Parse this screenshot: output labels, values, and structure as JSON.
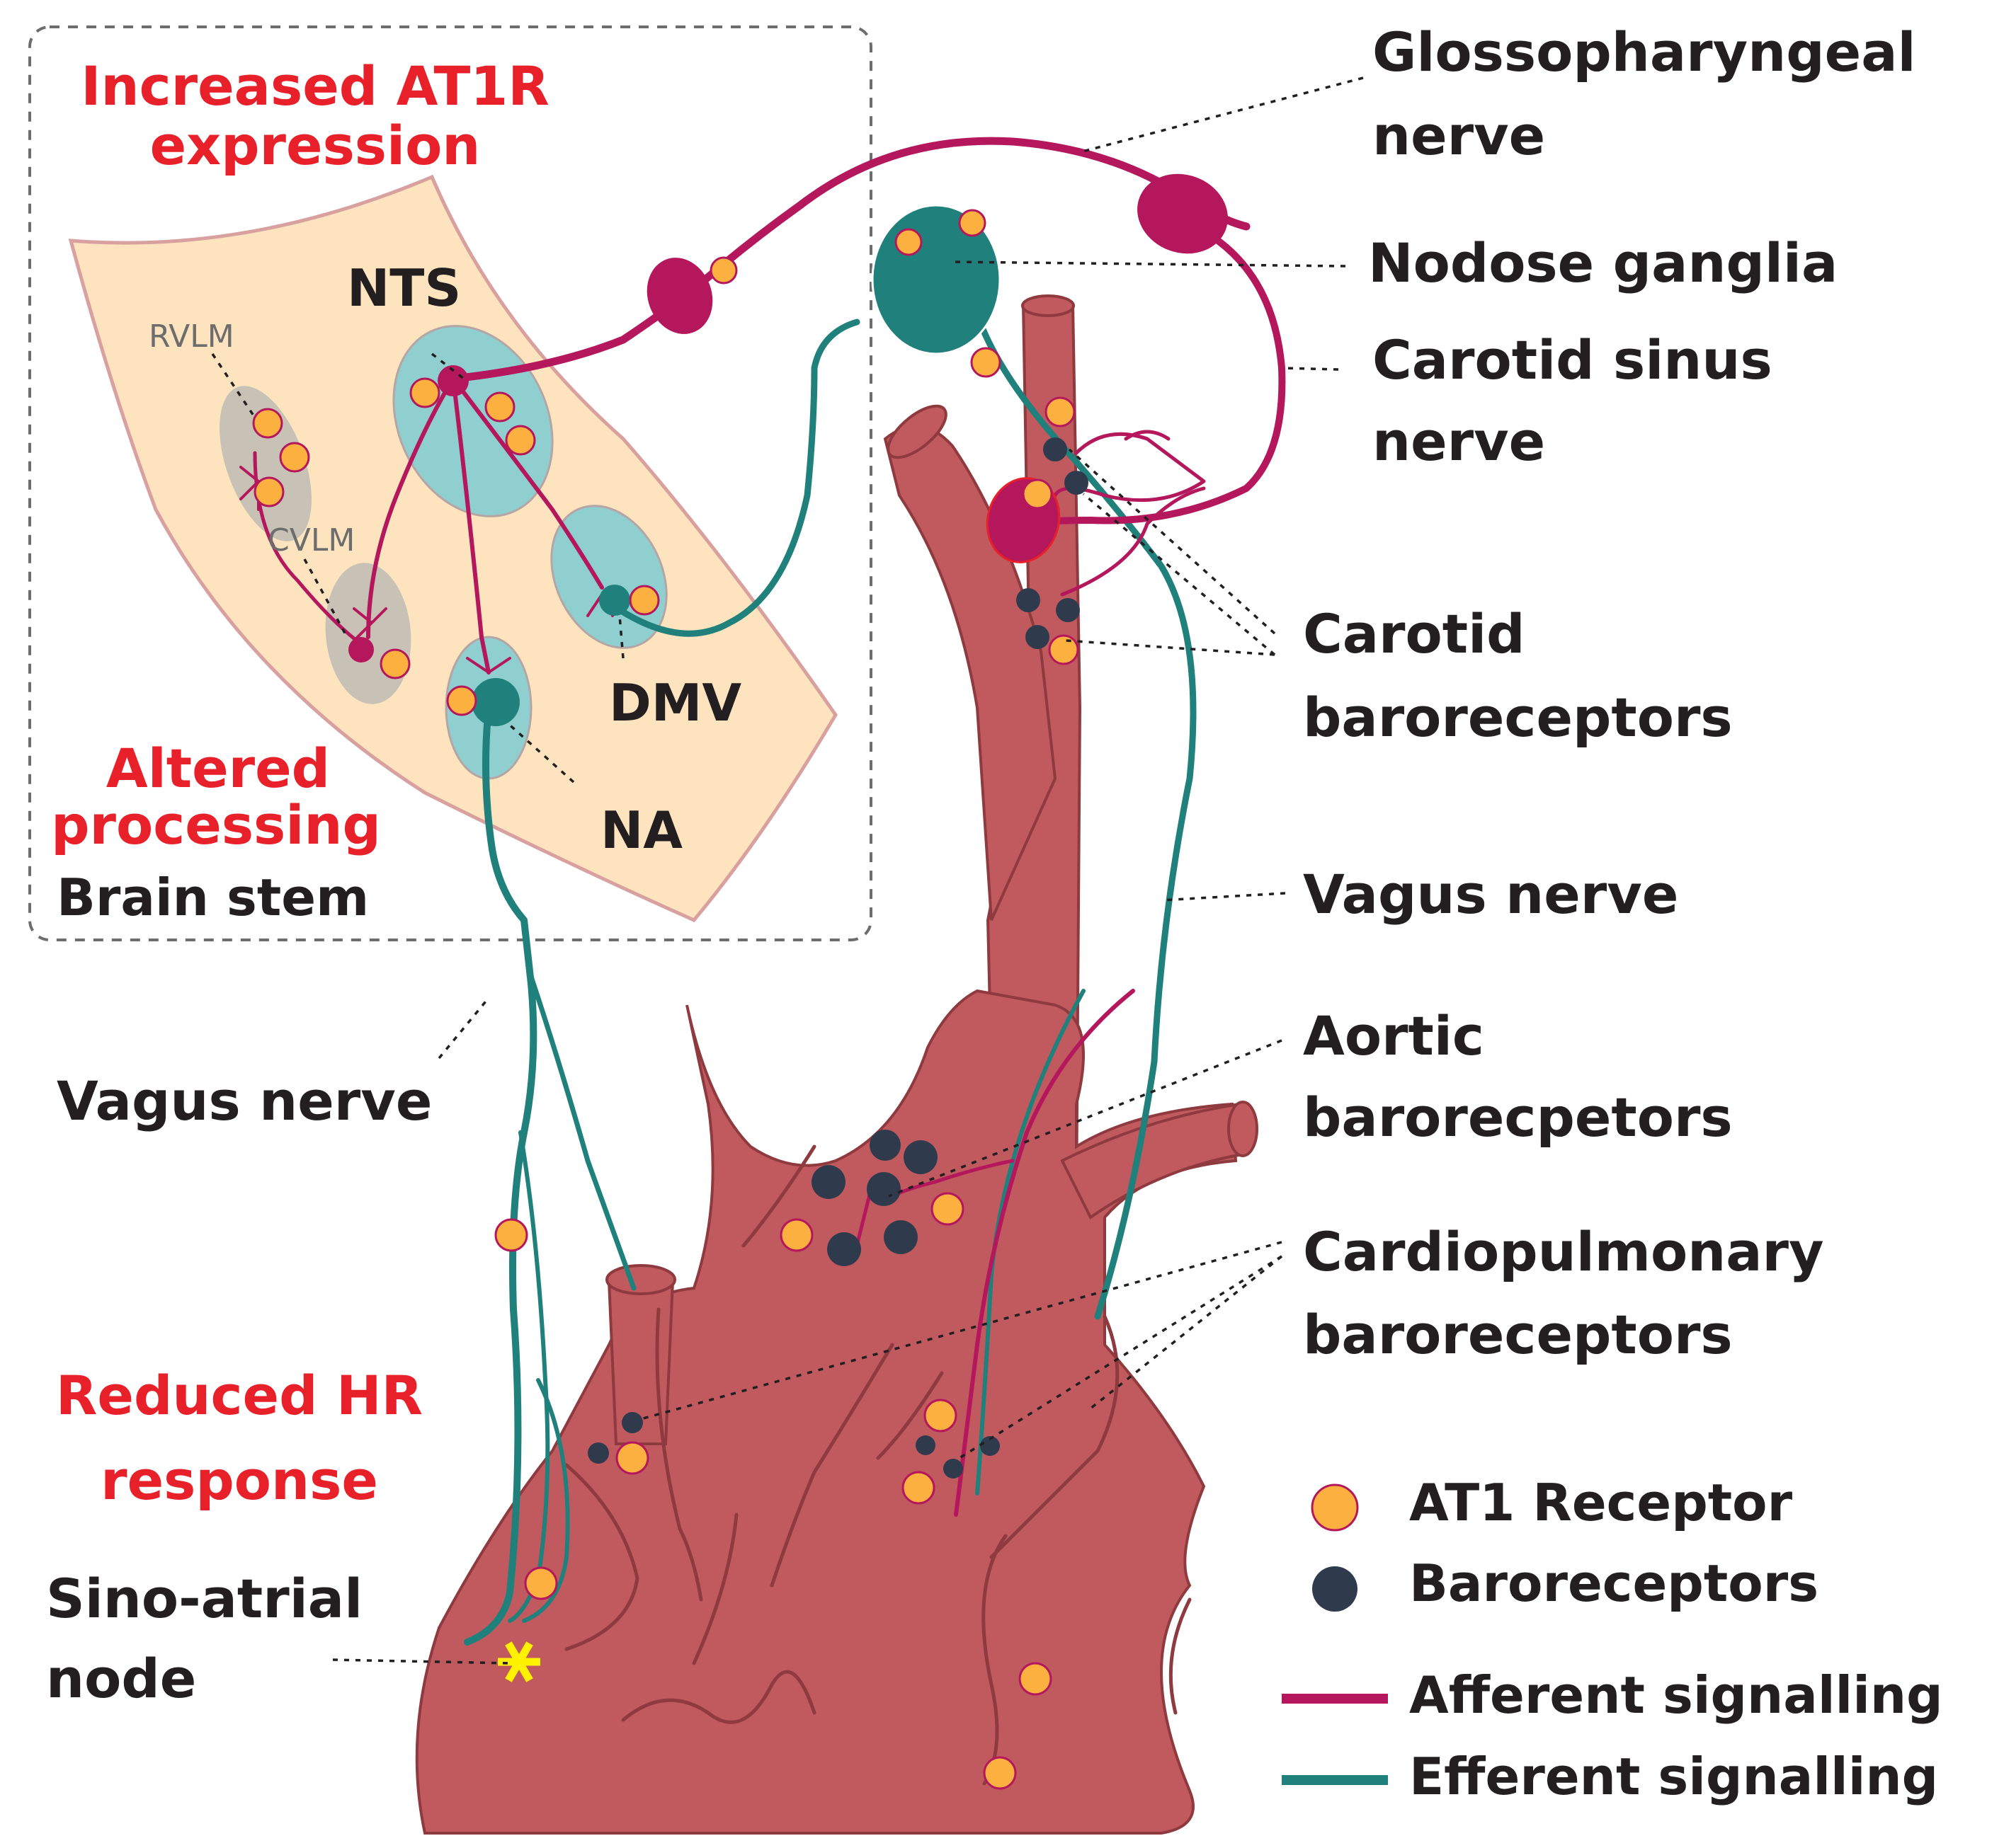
{
  "labels": {
    "glossopharyngeal_1": "Glossopharyngeal",
    "glossopharyngeal_2": "nerve",
    "nodose": "Nodose ganglia",
    "carotid_sinus_1": "Carotid sinus",
    "carotid_sinus_2": "nerve",
    "carotid_baro_1": "Carotid",
    "carotid_baro_2": "baroreceptors",
    "vagus_right": "Vagus nerve",
    "aortic_1": "Aortic",
    "aortic_2": "barorecpetors",
    "cardio_1": "Cardiopulmonary",
    "cardio_2": "baroreceptors",
    "vagus_left": "Vagus nerve",
    "sa_node_1": "Sino-atrial",
    "sa_node_2": "node"
  },
  "brainstem": {
    "increased_1": "Increased AT1R",
    "increased_2": "expression",
    "altered_1": "Altered",
    "altered_2": "processing",
    "brain_stem": "Brain stem",
    "nts": "NTS",
    "dmv": "DMV",
    "na": "NA",
    "rvlm": "RVLM",
    "cvlm": "CVLM"
  },
  "hr": {
    "line1": "Reduced HR",
    "line2": "response"
  },
  "legend": {
    "at1": "AT1 Receptor",
    "baro": "Baroreceptors",
    "afferent": "Afferent signalling",
    "efferent": "Efferent signalling"
  },
  "colors": {
    "afferent": "#b5175d",
    "efferent": "#20817c",
    "at1_receptor": "#fbb040",
    "baroreceptor": "#2f3b4d",
    "vessel": "#c05a5e",
    "highlight_text": "#e8202a",
    "brainstem_fill": "#fde4bf",
    "nucleus_fill": "#8fcfd0",
    "sa_node": "#fff200"
  }
}
